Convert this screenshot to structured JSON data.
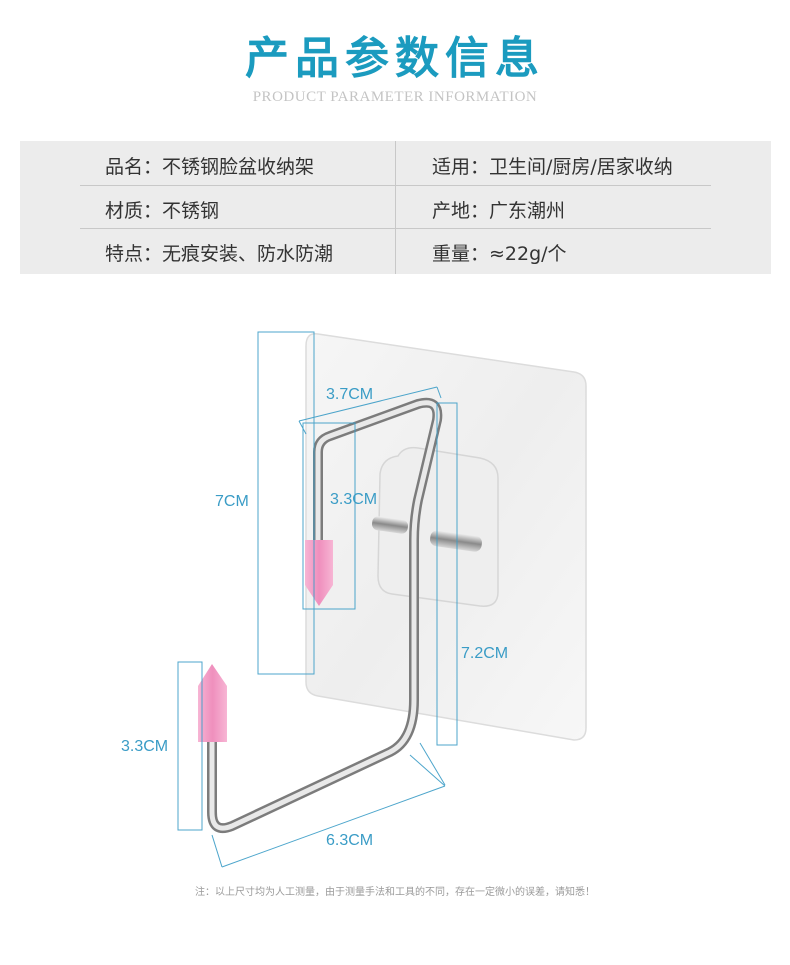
{
  "header": {
    "title": "产品参数信息",
    "subtitle": "PRODUCT PARAMETER INFORMATION"
  },
  "params": {
    "left": [
      "品名：不锈钢脸盆收纳架",
      "材质：不锈钢",
      "特点：无痕安装、防水防潮"
    ],
    "right": [
      "适用：卫生间/厨房/居家收纳",
      "产地：广东潮州",
      "重量：≈22g/个"
    ]
  },
  "dimensions": {
    "top_width": "3.7CM",
    "total_height": "7CM",
    "upper_hook": "3.3CM",
    "back_height": "7.2CM",
    "lower_hook": "3.3CM",
    "depth": "6.3CM"
  },
  "footnote": "注：以上尺寸均为人工测量，由于测量手法和工具的不同，存在一定微小的误差，请知悉！",
  "colors": {
    "title": "#1b9bbf",
    "accent": "#3a9cc6",
    "table_bg": "#ececec",
    "tip_pink": "#f29ec8"
  }
}
